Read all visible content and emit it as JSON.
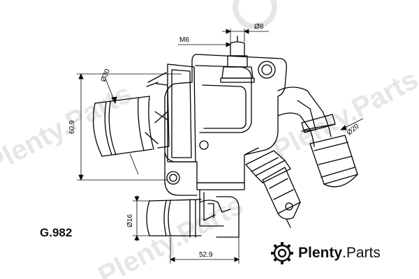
{
  "part_code": "G.982",
  "dimensions": {
    "m6": "M6",
    "d8": "Ø8",
    "d30": "Ø30",
    "h609": "60.9",
    "d20": "Ø20",
    "d16": "Ø16",
    "w529": "52.9"
  },
  "brand": {
    "name_main": "Plenty",
    "name_suffix": ".Parts",
    "watermark": "Plenty.Parts",
    "icon": "plenty-parts-gear-logo"
  },
  "colors": {
    "line": "#000000",
    "watermark": "#e6e6e6",
    "background": "#ffffff"
  }
}
